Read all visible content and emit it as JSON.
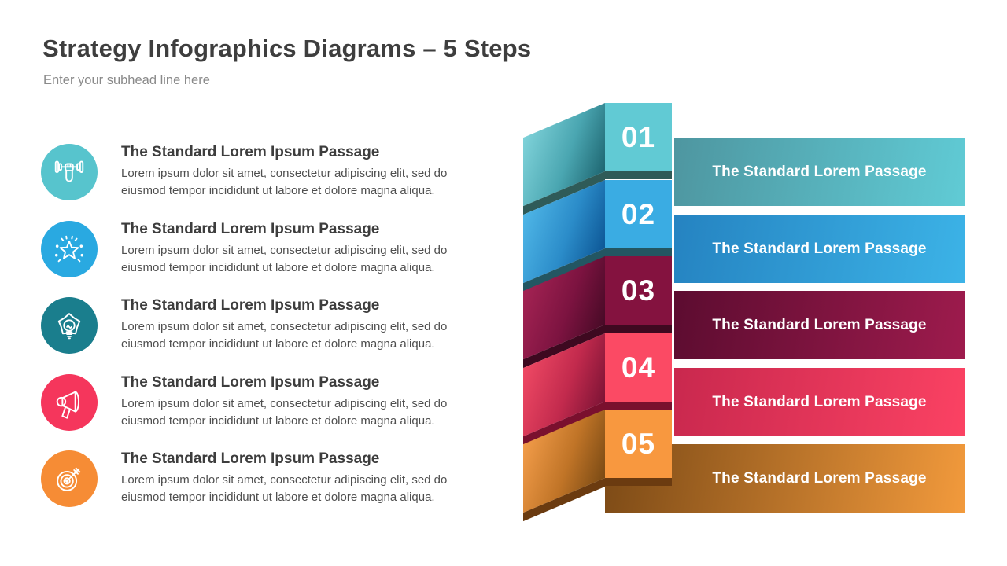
{
  "slide": {
    "title": "Strategy Infographics Diagrams – 5 Steps",
    "subtitle": "Enter your subhead line here"
  },
  "list": {
    "items": [
      {
        "icon": "strength-icon",
        "circle_color": "#57C4CD",
        "heading": "The Standard Lorem Ipsum Passage",
        "body": "Lorem ipsum dolor sit amet, consectetur adipiscing elit, sed do eiusmod tempor incididunt ut labore et dolore magna aliqua."
      },
      {
        "icon": "star-icon",
        "circle_color": "#29A9E1",
        "heading": "The Standard Lorem Ipsum Passage",
        "body": "Lorem ipsum dolor sit amet, consectetur adipiscing elit, sed do eiusmod tempor incididunt ut labore et dolore magna aliqua."
      },
      {
        "icon": "idea-icon",
        "circle_color": "#1A7E8D",
        "heading": "The Standard Lorem Ipsum Passage",
        "body": "Lorem ipsum dolor sit amet, consectetur adipiscing elit, sed do eiusmod tempor incididunt ut labore et dolore magna aliqua."
      },
      {
        "icon": "megaphone-icon",
        "circle_color": "#F5365C",
        "heading": "The Standard Lorem Ipsum Passage",
        "body": "Lorem ipsum dolor sit amet, consectetur adipiscing elit, sed do eiusmod tempor incididunt ut labore et dolore magna aliqua."
      },
      {
        "icon": "target-icon",
        "circle_color": "#F68C35",
        "heading": "The Standard Lorem Ipsum Passage",
        "body": "Lorem ipsum dolor sit amet, consectetur adipiscing elit, sed do eiusmod tempor incididunt ut labore et dolore magna aliqua."
      }
    ]
  },
  "diagram": {
    "steps": [
      {
        "number": "01",
        "label": "The Standard Lorem Passage",
        "colors": {
          "square": "#61CAD4",
          "bar_from": "#4E96A0",
          "bar_to": "#60CBD5",
          "flap_light": "#7FD2D9",
          "flap_mid": "#4AA6B1",
          "flap_dark": "#1E6671",
          "underside": "#2F5B58"
        }
      },
      {
        "number": "02",
        "label": "The Standard Lorem Passage",
        "colors": {
          "square": "#3AACE3",
          "bar_from": "#2583C1",
          "bar_to": "#3CB3E7",
          "flap_light": "#4FB6E7",
          "flap_mid": "#2B8CC9",
          "flap_dark": "#0D5796",
          "underside": "#235662"
        }
      },
      {
        "number": "03",
        "label": "The Standard Lorem Passage",
        "colors": {
          "square": "#84123F",
          "bar_from": "#5C0C30",
          "bar_to": "#9E1B4D",
          "flap_light": "#A42353",
          "flap_mid": "#7C1340",
          "flap_dark": "#470A26",
          "underside": "#3E0920"
        }
      },
      {
        "number": "04",
        "label": "The Standard Lorem Passage",
        "colors": {
          "square": "#FB4A64",
          "bar_from": "#C9284E",
          "bar_to": "#FB4263",
          "flap_light": "#EF4964",
          "flap_mid": "#C22A4D",
          "flap_dark": "#7C1335",
          "underside": "#7A102E"
        }
      },
      {
        "number": "05",
        "label": "The Standard Lorem Passage",
        "colors": {
          "square": "#F8983F",
          "bar_from": "#7C4A16",
          "bar_to": "#F29A3C",
          "flap_light": "#F29C49",
          "flap_mid": "#C07427",
          "flap_dark": "#7A4A14",
          "underside": "#6B3B10"
        }
      }
    ]
  }
}
